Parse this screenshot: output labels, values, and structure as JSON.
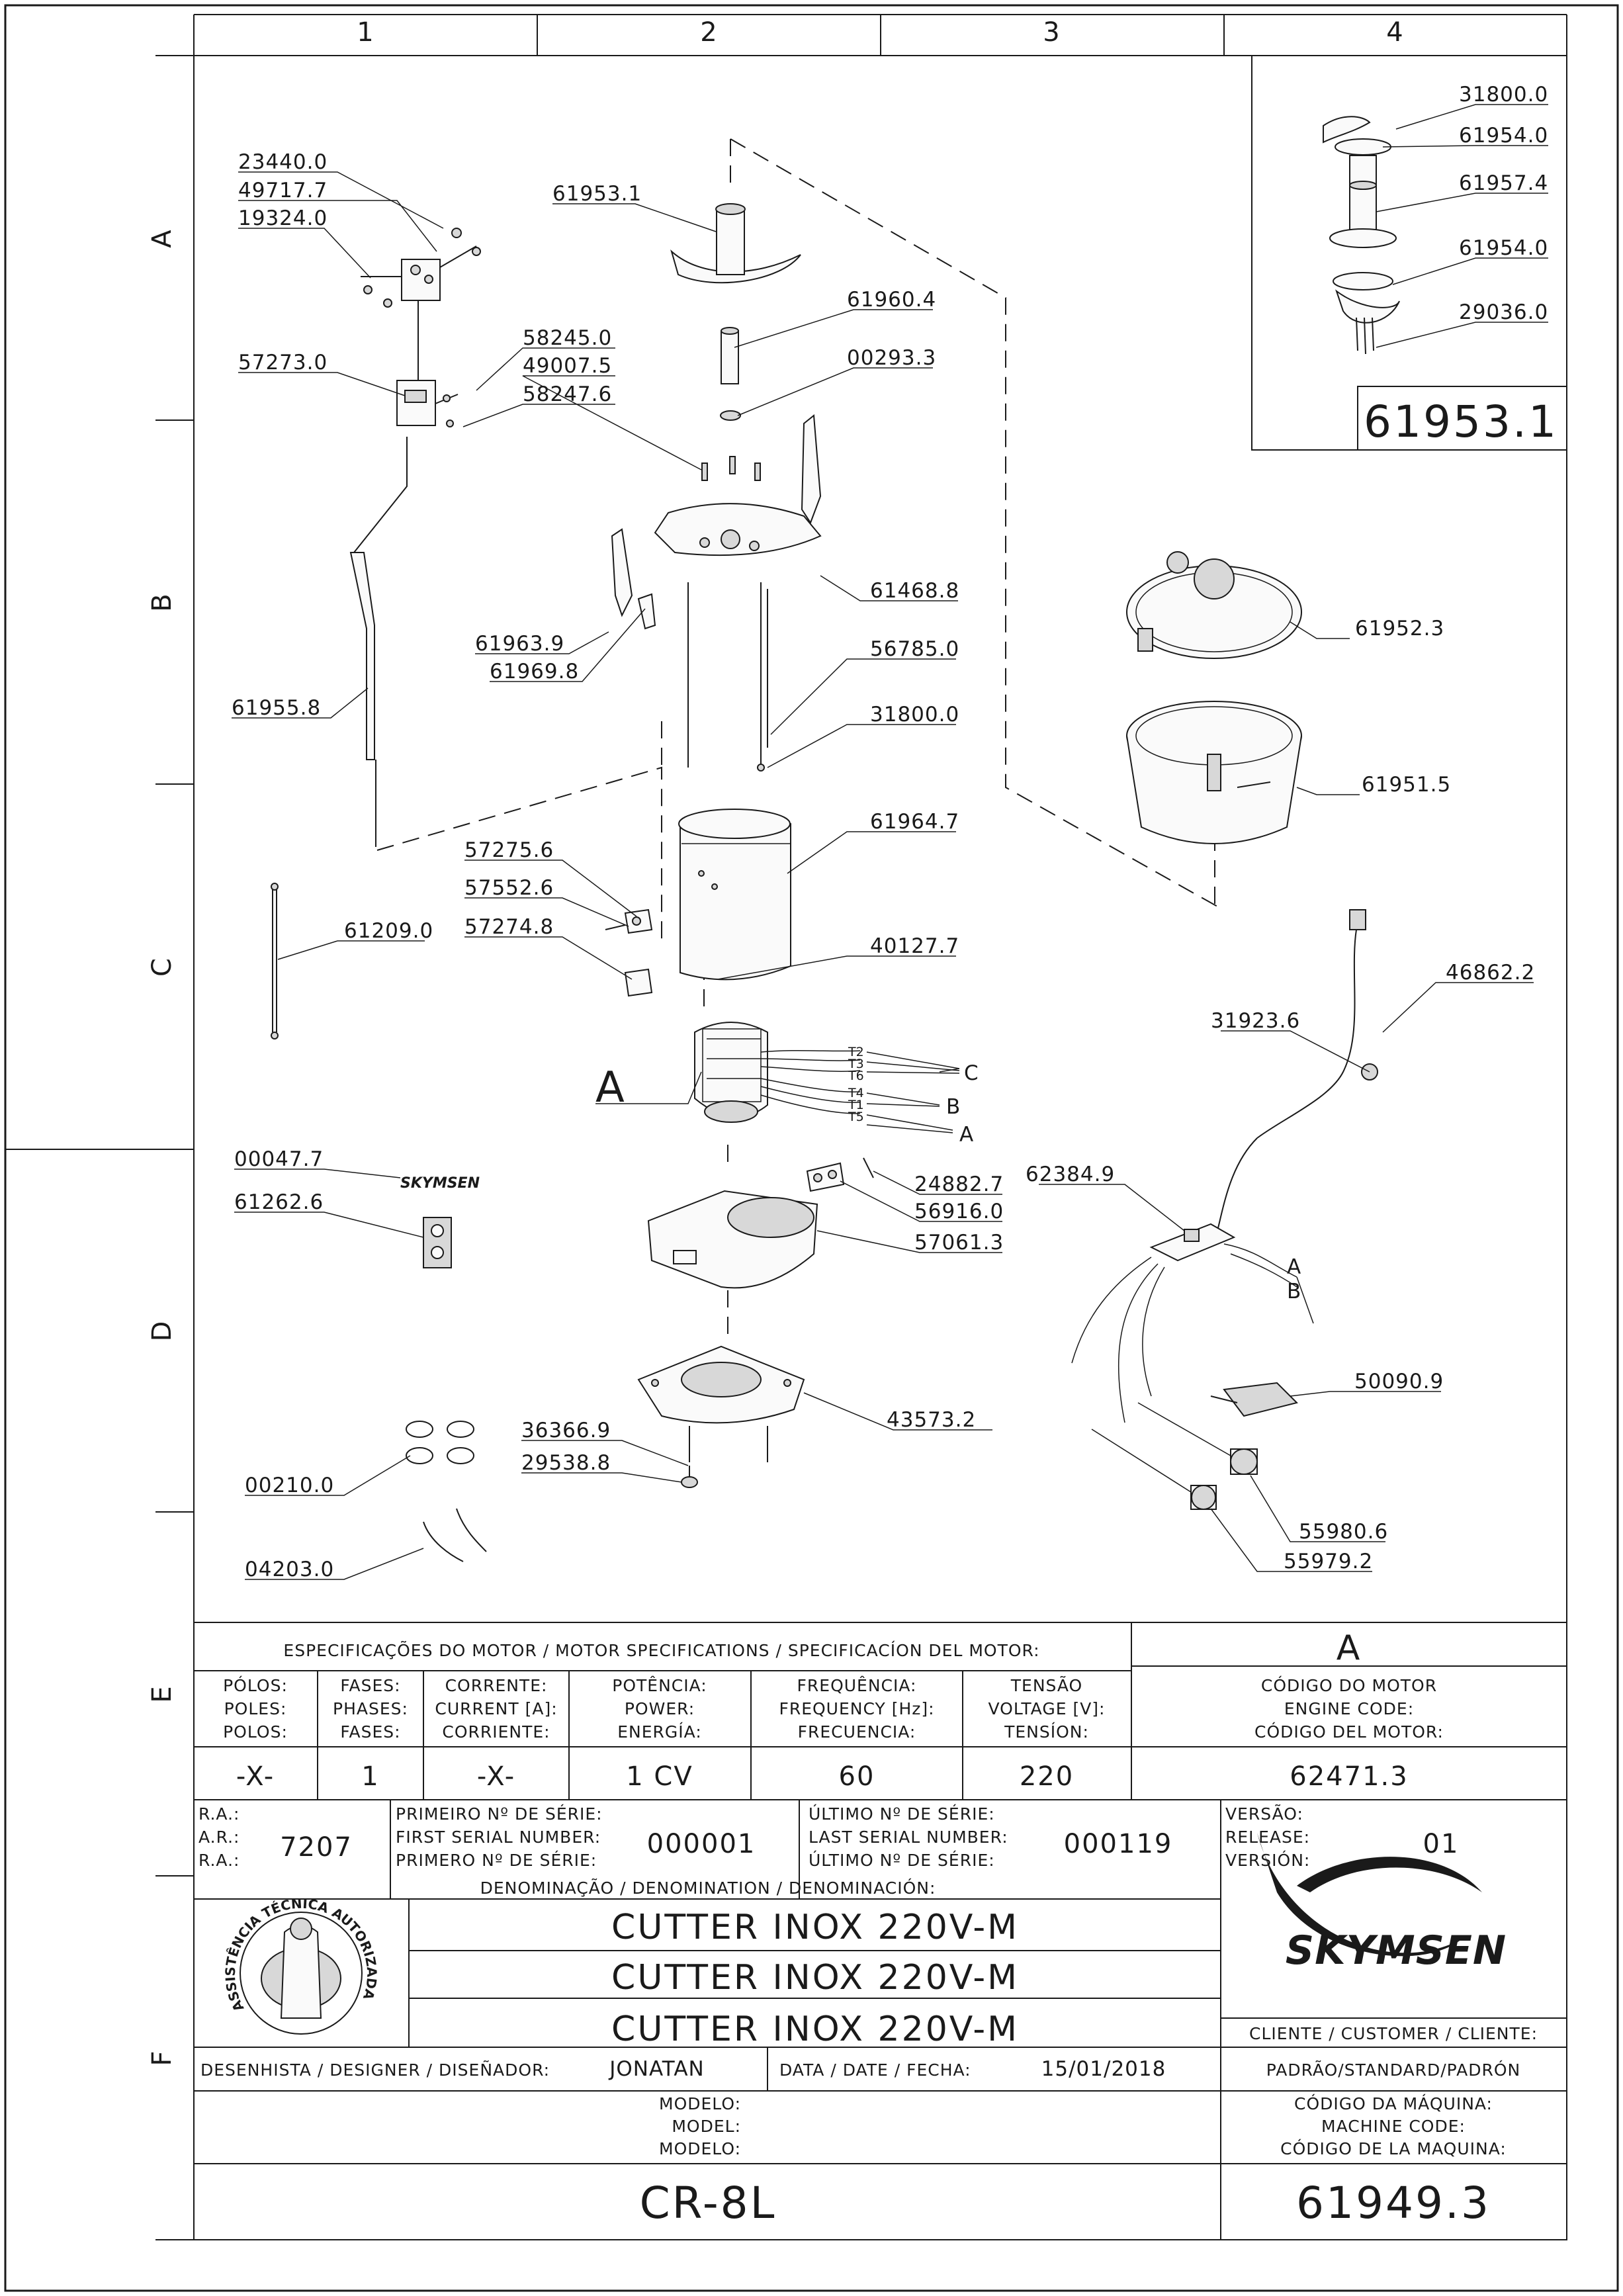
{
  "grid": {
    "columns": [
      "1",
      "2",
      "3",
      "4"
    ],
    "rows": [
      "A",
      "B",
      "C",
      "D",
      "E",
      "F"
    ]
  },
  "callouts": [
    {
      "id": "p23440",
      "text": "23440.0"
    },
    {
      "id": "p49717",
      "text": "49717.7"
    },
    {
      "id": "p19324",
      "text": "19324.0"
    },
    {
      "id": "p57273",
      "text": "57273.0"
    },
    {
      "id": "p58245",
      "text": "58245.0"
    },
    {
      "id": "p49007",
      "text": "49007.5"
    },
    {
      "id": "p58247",
      "text": "58247.6"
    },
    {
      "id": "p61953",
      "text": "61953.1"
    },
    {
      "id": "p61960",
      "text": "61960.4"
    },
    {
      "id": "p00293",
      "text": "00293.3"
    },
    {
      "id": "p61468",
      "text": "61468.8"
    },
    {
      "id": "p61963",
      "text": "61963.9"
    },
    {
      "id": "p61969",
      "text": "61969.8"
    },
    {
      "id": "p56785",
      "text": "56785.0"
    },
    {
      "id": "p31800b",
      "text": "31800.0"
    },
    {
      "id": "p61955",
      "text": "61955.8"
    },
    {
      "id": "p61964",
      "text": "61964.7"
    },
    {
      "id": "p57275",
      "text": "57275.6"
    },
    {
      "id": "p57552",
      "text": "57552.6"
    },
    {
      "id": "p57274",
      "text": "57274.8"
    },
    {
      "id": "p61209",
      "text": "61209.0"
    },
    {
      "id": "p40127",
      "text": "40127.7"
    },
    {
      "id": "p00047",
      "text": "00047.7"
    },
    {
      "id": "p61262",
      "text": "61262.6"
    },
    {
      "id": "p24882",
      "text": "24882.7"
    },
    {
      "id": "p56916",
      "text": "56916.0"
    },
    {
      "id": "p57061",
      "text": "57061.3"
    },
    {
      "id": "p36366",
      "text": "36366.9"
    },
    {
      "id": "p29538",
      "text": "29538.8"
    },
    {
      "id": "p43573",
      "text": "43573.2"
    },
    {
      "id": "p00210",
      "text": "00210.0"
    },
    {
      "id": "p04203",
      "text": "04203.0"
    },
    {
      "id": "p61952",
      "text": "61952.3"
    },
    {
      "id": "p61951",
      "text": "61951.5"
    },
    {
      "id": "p46862",
      "text": "46862.2"
    },
    {
      "id": "p31923",
      "text": "31923.6"
    },
    {
      "id": "p62384",
      "text": "62384.9"
    },
    {
      "id": "p50090",
      "text": "50090.9"
    },
    {
      "id": "p55980",
      "text": "55980.6"
    },
    {
      "id": "p55979",
      "text": "55979.2"
    }
  ],
  "detail": {
    "callouts": [
      "31800.0",
      "61954.0",
      "61957.4",
      "61954.0",
      "29036.0"
    ],
    "code": "61953.1"
  },
  "motor_label": "A",
  "wires": {
    "terminals": [
      "T2",
      "T3",
      "T6",
      "T4",
      "T1",
      "T5"
    ],
    "groups": [
      "C",
      "B",
      "A"
    ],
    "board_groups": [
      "A",
      "B"
    ]
  },
  "logo_text": "SKYMSEN",
  "stamp_text": "ASSISTÊNCIA TÉCNICA AUTORIZADA",
  "specs": {
    "title": "ESPECIFICAÇÕES DO MOTOR / MOTOR SPECIFICATIONS / SPECIFICACÍON DEL MOTOR:",
    "motor_ref": "A",
    "headers": [
      [
        "PÓLOS:",
        "POLES:",
        "POLOS:"
      ],
      [
        "FASES:",
        "PHASES:",
        "FASES:"
      ],
      [
        "CORRENTE:",
        "CURRENT [A]:",
        "CORRIENTE:"
      ],
      [
        "POTÊNCIA:",
        "POWER:",
        "ENERGÍA:"
      ],
      [
        "FREQUÊNCIA:",
        "FREQUENCY [Hz]:",
        "FRECUENCIA:"
      ],
      [
        "TENSÃO",
        "VOLTAGE [V]:",
        "TENSÍON:"
      ],
      [
        "CÓDIGO DO MOTOR",
        "ENGINE CODE:",
        "CÓDIGO DEL MOTOR:"
      ]
    ],
    "values": [
      "-X-",
      "1",
      "-X-",
      "1 CV",
      "60",
      "220",
      "62471.3"
    ]
  },
  "ra": {
    "labels": [
      "R.A.:",
      "A.R.:",
      "R.A.:"
    ],
    "value": "7207",
    "first_serial_labels": [
      "PRIMEIRO Nº DE SÉRIE:",
      "FIRST SERIAL NUMBER:",
      "PRIMERO Nº DE SÉRIE:"
    ],
    "first_serial": "000001",
    "last_serial_labels": [
      "ÚLTIMO Nº DE SÉRIE:",
      "LAST SERIAL NUMBER:",
      "ÚLTIMO Nº DE SÉRIE:"
    ],
    "last_serial": "000119",
    "version_labels": [
      "VERSÃO:",
      "RELEASE:",
      "VERSIÓN:"
    ],
    "version": "01"
  },
  "denomination": {
    "title": "DENOMINAÇÃO / DENOMINATION / DENOMINACIÓN:",
    "lines": [
      "CUTTER INOX 220V-M",
      "CUTTER INOX 220V-M",
      "CUTTER INOX 220V-M"
    ]
  },
  "customer": {
    "label": "CLIENTE / CUSTOMER / CLIENTE:",
    "value": "PADRÃO/STANDARD/PADRÓN"
  },
  "designer": {
    "label": "DESENHISTA / DESIGNER / DISEÑADOR:",
    "value": "JONATAN",
    "date_label": "DATA / DATE / FECHA:",
    "date": "15/01/2018"
  },
  "model": {
    "labels": [
      "MODELO:",
      "MODEL:",
      "MODELO:"
    ],
    "value": "CR-8L"
  },
  "machine_code": {
    "labels": [
      "CÓDIGO DA MÁQUINA:",
      "MACHINE CODE:",
      "CÓDIGO DE LA MAQUINA:"
    ],
    "value": "61949.3"
  }
}
